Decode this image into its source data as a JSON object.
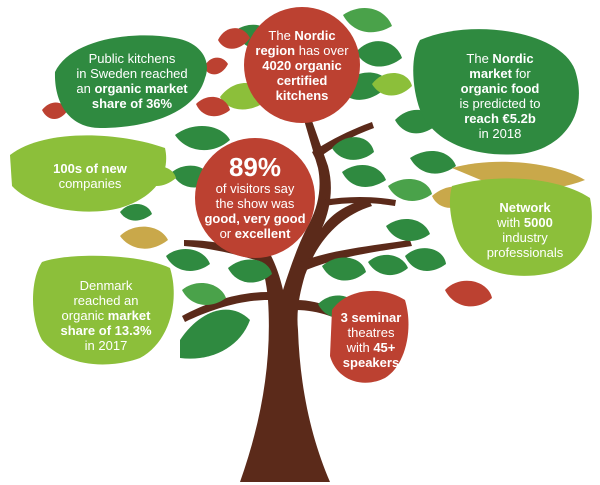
{
  "stats": {
    "nordic_region": {
      "lines": [
        [
          [
            "The ",
            false
          ],
          [
            "Nordic",
            true
          ]
        ],
        [
          [
            "region",
            true
          ],
          [
            " has over",
            false
          ]
        ],
        [
          [
            "4020 organic",
            true
          ]
        ],
        [
          [
            "certified",
            true
          ]
        ],
        [
          [
            "kitchens",
            true
          ]
        ]
      ]
    },
    "public_kitchens": {
      "lines": [
        [
          [
            "Public kitchens",
            false
          ]
        ],
        [
          [
            "in Sweden reached",
            false
          ]
        ],
        [
          [
            "an ",
            false
          ],
          [
            "organic market",
            true
          ]
        ],
        [
          [
            "share of 36%",
            true
          ]
        ]
      ]
    },
    "nordic_market": {
      "lines": [
        [
          [
            "The ",
            false
          ],
          [
            "Nordic",
            true
          ]
        ],
        [
          [
            "market",
            true
          ],
          [
            " for",
            false
          ]
        ],
        [
          [
            "organic food",
            true
          ]
        ],
        [
          [
            "is predicted to",
            false
          ]
        ],
        [
          [
            "reach €5.2b",
            true
          ]
        ],
        [
          [
            "in 2018",
            false
          ]
        ]
      ]
    },
    "new_companies": {
      "lines": [
        [
          [
            "100s of new",
            true
          ]
        ],
        [
          [
            "companies",
            false
          ]
        ]
      ]
    },
    "visitors": {
      "percent": "89%",
      "lines": [
        [
          [
            "of visitors say",
            false
          ]
        ],
        [
          [
            "the show was",
            false
          ]
        ],
        [
          [
            "good, very good",
            true
          ]
        ],
        [
          [
            "or ",
            false
          ],
          [
            "excellent",
            true
          ]
        ]
      ]
    },
    "network": {
      "lines": [
        [
          [
            "Network",
            true
          ]
        ],
        [
          [
            "with ",
            false
          ],
          [
            "5000",
            true
          ]
        ],
        [
          [
            "industry",
            false
          ]
        ],
        [
          [
            "professionals",
            false
          ]
        ]
      ]
    },
    "denmark": {
      "lines": [
        [
          [
            "Denmark",
            false
          ]
        ],
        [
          [
            "reached an",
            false
          ]
        ],
        [
          [
            "organic ",
            false
          ],
          [
            "market",
            true
          ]
        ],
        [
          [
            "share of 13.3%",
            true
          ]
        ],
        [
          [
            "in 2017",
            false
          ]
        ]
      ]
    },
    "seminars": {
      "lines": [
        [
          [
            "3 seminar",
            true
          ]
        ],
        [
          [
            "theatres",
            false
          ]
        ],
        [
          [
            "with ",
            false
          ],
          [
            "45+",
            true
          ]
        ],
        [
          [
            "speakers",
            true
          ]
        ]
      ]
    }
  },
  "colors": {
    "dark_green": "#2f8a40",
    "mid_green": "#4aa24a",
    "light_green": "#8cbf3a",
    "red": "#bc4131",
    "trunk": "#5b2a1a",
    "gold": "#c9a84a"
  }
}
